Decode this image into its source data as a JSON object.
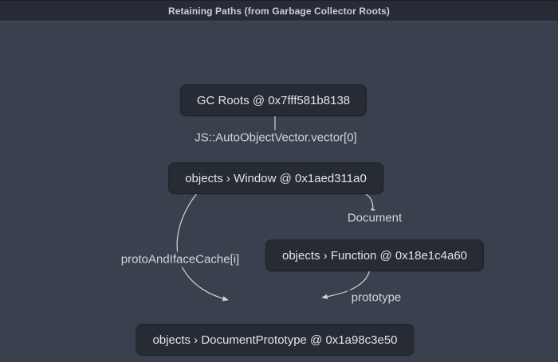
{
  "panel": {
    "title": "Retaining Paths (from Garbage Collector Roots)"
  },
  "colors": {
    "canvas_bg": "#3a414e",
    "header_bg": "#262b35",
    "node_bg": "#262b34",
    "node_text": "#e0e4e9",
    "edge_line": "#d2d6db",
    "header_text": "#c9cfd7"
  },
  "graph": {
    "nodes": [
      {
        "id": "gc-roots",
        "label": "GC Roots @ 0x7fff581b8138"
      },
      {
        "id": "window",
        "label": "objects › Window @ 0x1aed311a0"
      },
      {
        "id": "function",
        "label": "objects › Function @ 0x18e1c4a60"
      },
      {
        "id": "document-prototype",
        "label": "objects › DocumentPrototype @ 0x1a98c3e50"
      }
    ],
    "edges": [
      {
        "from": "gc-roots",
        "to": "window",
        "label": "JS::AutoObjectVector.vector[0]"
      },
      {
        "from": "window",
        "to": "function",
        "label": "Document"
      },
      {
        "from": "window",
        "to": "document-prototype",
        "label": "protoAndIfaceCache[i]"
      },
      {
        "from": "function",
        "to": "document-prototype",
        "label": "prototype"
      }
    ]
  }
}
